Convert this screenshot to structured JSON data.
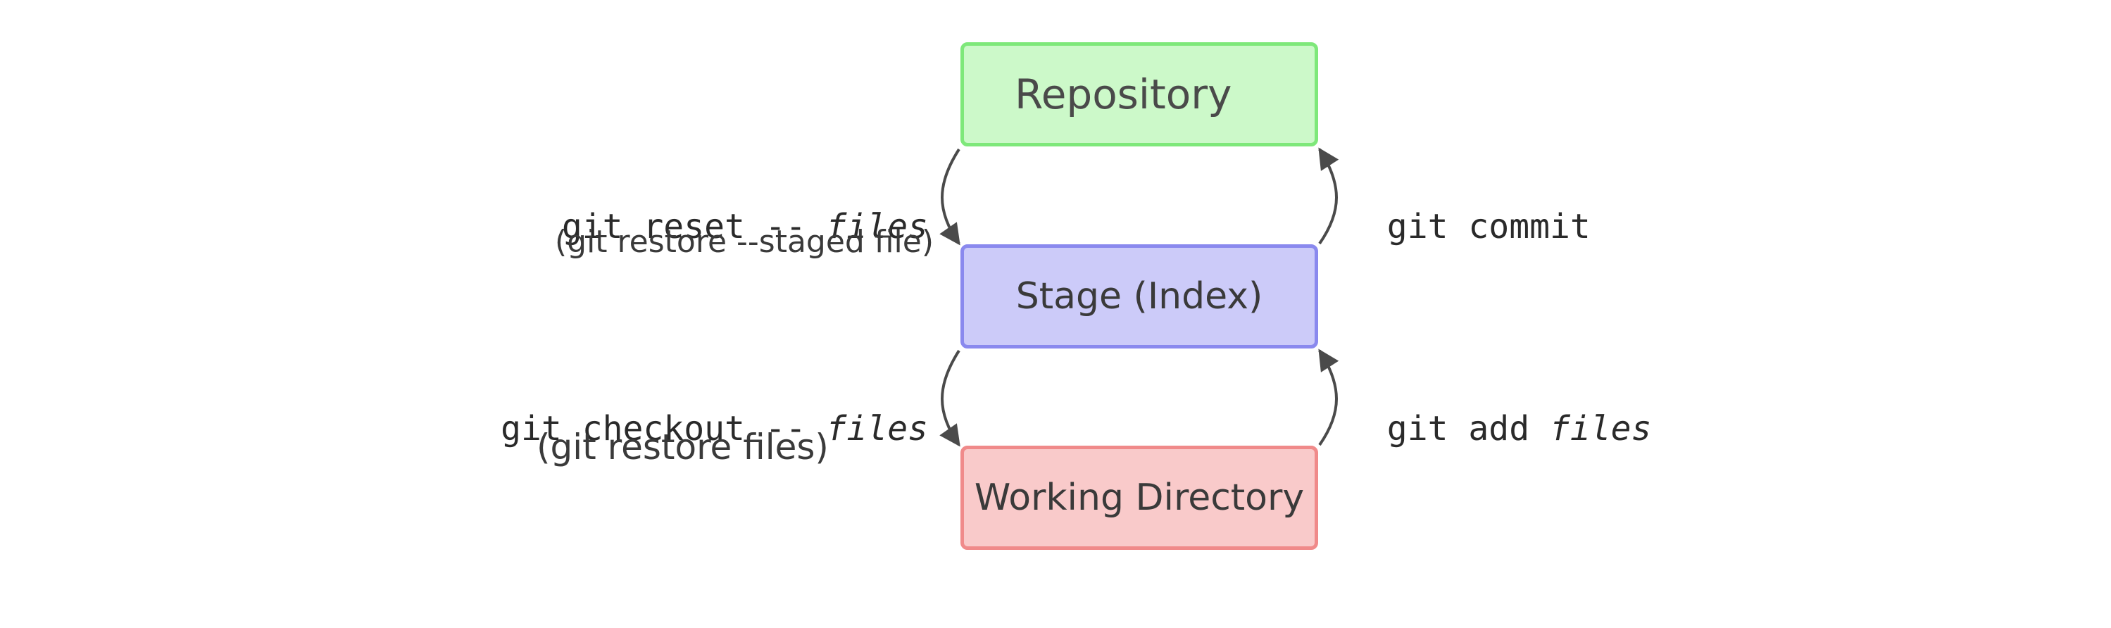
{
  "boxes": {
    "repository": "Repository",
    "stage": "Stage (Index)",
    "working_directory": "Working Directory"
  },
  "left_commands": {
    "reset": {
      "cmd": "git reset -- ",
      "arg": "files",
      "note": "(git restore --staged file)"
    },
    "checkout": {
      "cmd": "git checkout -- ",
      "arg": "files",
      "note": "(git restore files)"
    }
  },
  "right_commands": {
    "commit": {
      "cmd": "git commit"
    },
    "add": {
      "cmd": "git add ",
      "arg": "files"
    }
  },
  "colors": {
    "repository_fill": "#ccf9c9",
    "repository_border": "#7ee87a",
    "stage_fill": "#cccbf9",
    "stage_border": "#8a89ee",
    "working_fill": "#f9caca",
    "working_border": "#f08a8a",
    "arrow": "#4a4a4a"
  }
}
